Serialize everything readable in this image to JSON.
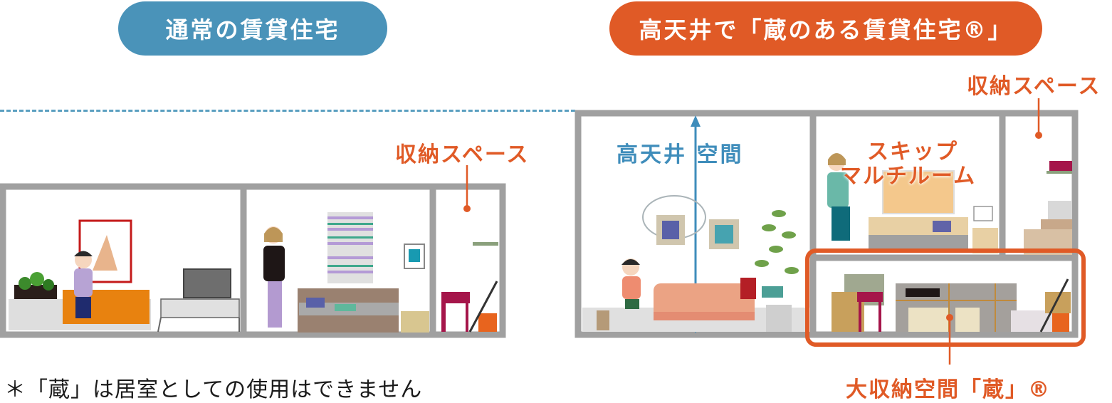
{
  "left": {
    "title": "通常の賃貸住宅",
    "storage_label": "収納スペース",
    "title_color": "#4a93b9"
  },
  "right": {
    "title": "高天井で「蔵のある賃貸住宅®」",
    "storage_label": "収納スペース",
    "ceiling_label": "高天井 空間",
    "skip_room_label_line1": "スキップ",
    "skip_room_label_line2": "マルチルーム",
    "kura_label": "大収納空間「蔵」®",
    "title_color": "#e05a26"
  },
  "footnote": "＊「蔵」は居室としての使用はできません",
  "colors": {
    "accent_orange": "#e05a26",
    "accent_blue": "#4a93b9",
    "wall_gray": "#a0a0a0"
  }
}
